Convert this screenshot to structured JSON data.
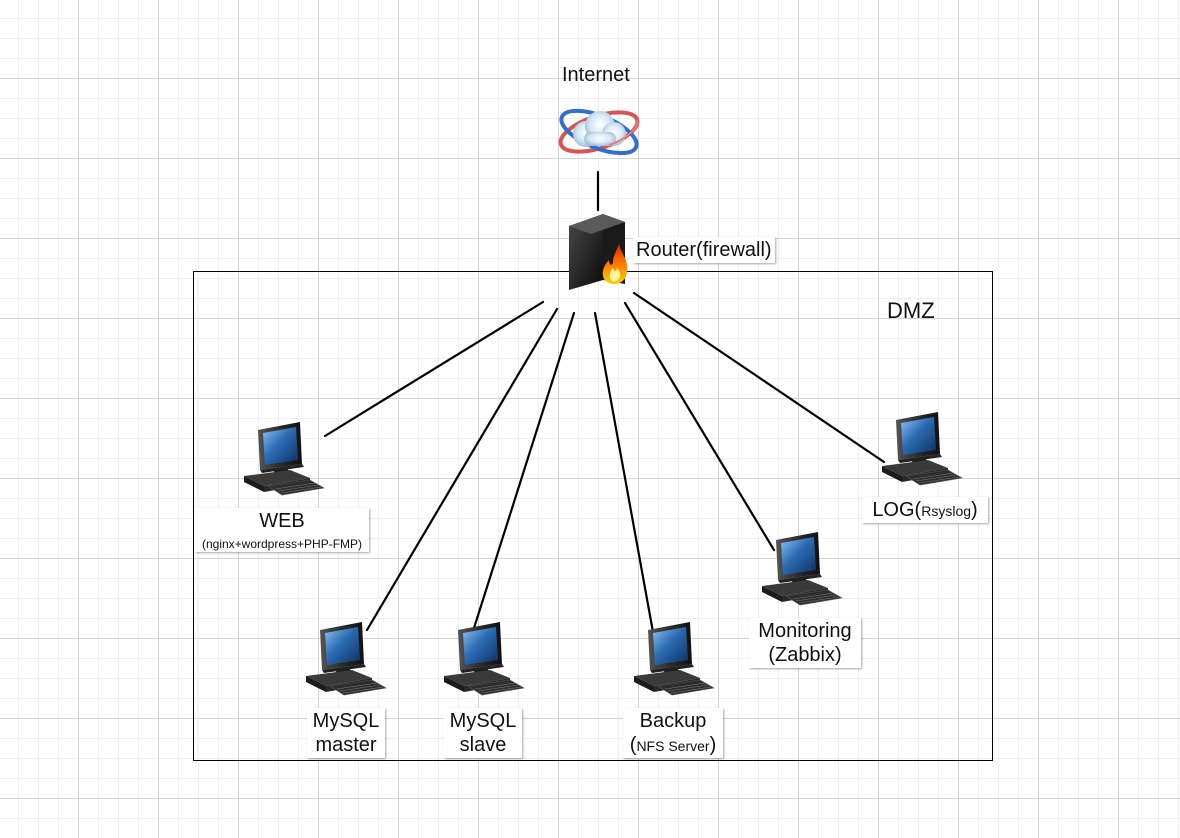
{
  "diagram": {
    "internet": {
      "label": "Internet",
      "icon": "cloud-network-icon"
    },
    "router": {
      "label": "Router(firewall)",
      "icon": "firewall-router-icon"
    },
    "zone": {
      "label": "DMZ"
    },
    "nodes": {
      "web": {
        "line1": "WEB",
        "line2": "(nginx+wordpress+PHP-FMP)",
        "icon": "computer-icon"
      },
      "mysql_master": {
        "line1": "MySQL",
        "line2": "master",
        "icon": "computer-icon"
      },
      "mysql_slave": {
        "line1": "MySQL",
        "line2": "slave",
        "icon": "computer-icon"
      },
      "backup": {
        "line1": "Backup",
        "line2_open": "(",
        "line2_small": "NFS Server",
        "line2_close": ")",
        "icon": "computer-icon"
      },
      "monitoring": {
        "line1": "Monitoring",
        "line2": "(Zabbix)",
        "icon": "computer-icon"
      },
      "log": {
        "prefix": "LOG(",
        "small": "Rsyslog",
        "suffix": ")",
        "icon": "computer-icon"
      }
    },
    "colors": {
      "line": "#000000",
      "screen": "#1d4f8c",
      "flame": "#ff7a00"
    }
  }
}
